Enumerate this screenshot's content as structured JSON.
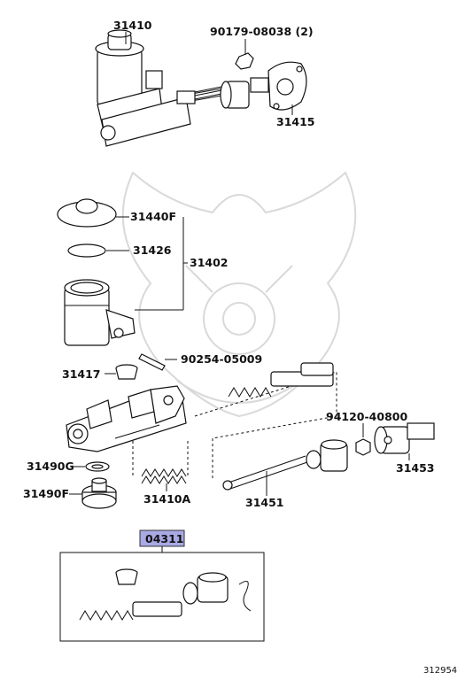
{
  "labels": {
    "p31410": "31410",
    "p90179": "90179-08038 (2)",
    "p31415": "31415",
    "p31440": "31440F",
    "p31426": "31426",
    "p31402": "31402",
    "p90254": "90254-05009",
    "p31417": "31417",
    "p94120": "94120-40800",
    "p31490g": "31490G",
    "p31490f": "31490F",
    "p31410a": "31410A",
    "p31451": "31451",
    "p31453": "31453",
    "p04311": "04311"
  },
  "reference_number": "312954",
  "colors": {
    "highlight": "#a9a9e6",
    "line": "#111111",
    "watermark": "#d9d9d9"
  }
}
